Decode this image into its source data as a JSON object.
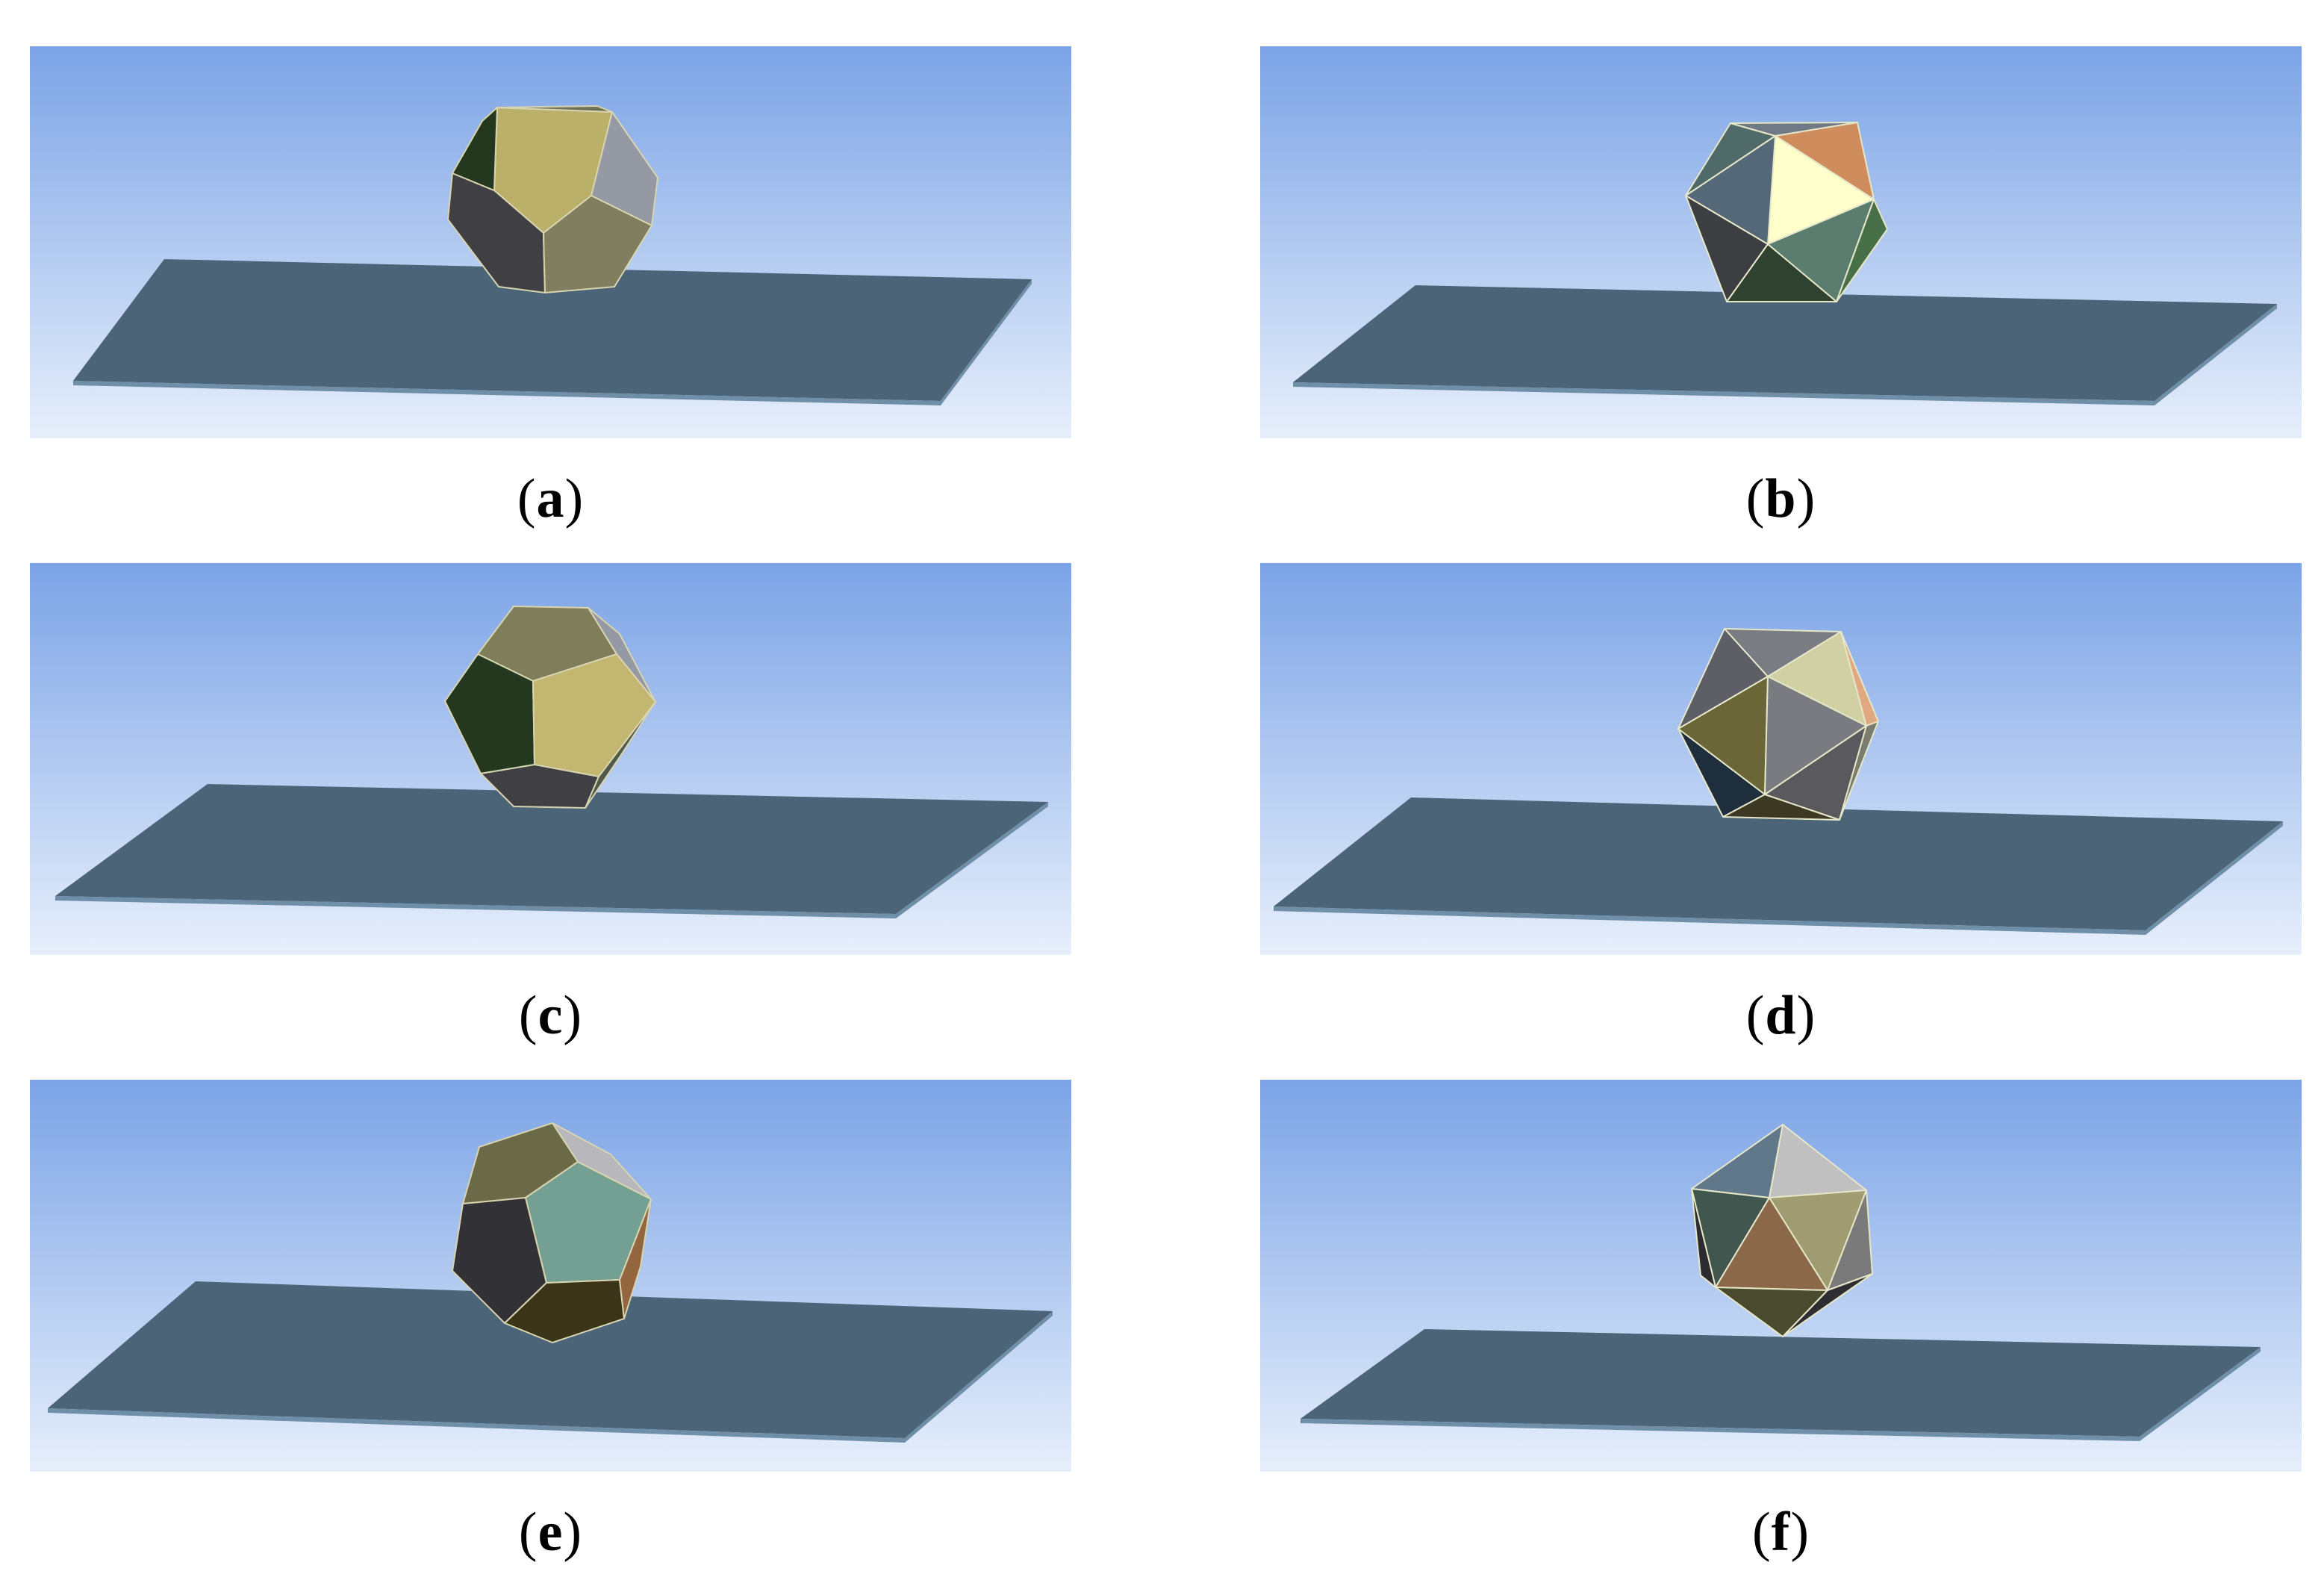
{
  "figure": {
    "panels": [
      {
        "label_open": "(",
        "label_letter": "a",
        "label_close": ")",
        "solid": "dodecahedron"
      },
      {
        "label_open": "(",
        "label_letter": "b",
        "label_close": ")",
        "solid": "icosahedron"
      },
      {
        "label_open": "(",
        "label_letter": "c",
        "label_close": ")",
        "solid": "dodecahedron"
      },
      {
        "label_open": "(",
        "label_letter": "d",
        "label_close": ")",
        "solid": "icosahedron"
      },
      {
        "label_open": "(",
        "label_letter": "e",
        "label_close": ")",
        "solid": "dodecahedron"
      },
      {
        "label_open": "(",
        "label_letter": "f",
        "label_close": ")",
        "solid": "icosahedron"
      }
    ]
  },
  "colors": {
    "sky_top": "#7aa2e6",
    "sky_bottom": "#e6eefa",
    "plate": "#4b6478",
    "plate_edge": "#8fb3cc"
  }
}
